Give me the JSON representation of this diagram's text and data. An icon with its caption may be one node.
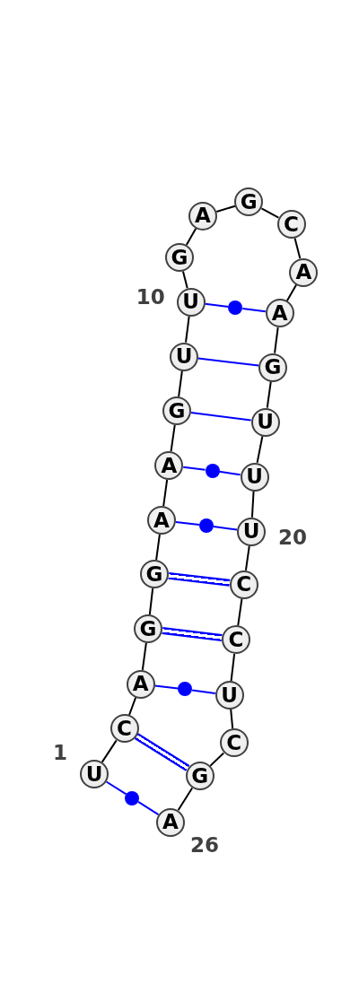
{
  "diagram": {
    "nodes": [
      {
        "text": [
          "U"
        ],
        "beside": [
          "1"
        ]
      },
      {
        "text": [
          "C"
        ]
      },
      {
        "text": [
          "A"
        ]
      },
      {
        "text": [
          "G"
        ]
      },
      {
        "text": [
          "G"
        ]
      },
      {
        "text": [
          "A"
        ]
      },
      {
        "text": [
          "A"
        ]
      },
      {
        "text": [
          "G"
        ]
      },
      {
        "text": [
          "U"
        ]
      },
      {
        "text": [
          "U"
        ],
        "beside": [
          "10"
        ]
      },
      {
        "text": [
          "G"
        ]
      },
      {
        "text": [
          "A"
        ]
      },
      {
        "text": [
          "G"
        ]
      },
      {
        "text": [
          "C"
        ]
      },
      {
        "text": [
          "A"
        ]
      },
      {
        "text": [
          "A"
        ]
      },
      {
        "text": [
          "G"
        ]
      },
      {
        "text": [
          "U"
        ]
      },
      {
        "text": [
          "U"
        ]
      },
      {
        "text": [
          "U"
        ],
        "beside": [
          "20"
        ]
      },
      {
        "text": [
          "C"
        ]
      },
      {
        "text": [
          "C"
        ]
      },
      {
        "text": [
          "U"
        ]
      },
      {
        "text": [
          "C"
        ]
      },
      {
        "text": [
          "G"
        ]
      },
      {
        "text": [
          "A"
        ],
        "beside": [
          "26"
        ]
      },
      {
        "text": [],
        "shape": "circle"
      },
      {
        "text": [],
        "shape": "circle"
      },
      {
        "text": [],
        "shape": "circle"
      },
      {
        "text": [],
        "shape": "circle"
      },
      {
        "text": [],
        "shape": "circle"
      }
    ],
    "edges": [
      {
        "from": 0,
        "to": 1,
        "arrow": "none"
      },
      {
        "from": 1,
        "to": 2,
        "arrow": "none"
      },
      {
        "from": 2,
        "to": 3,
        "arrow": "none"
      },
      {
        "from": 3,
        "to": 4,
        "arrow": "none"
      },
      {
        "from": 4,
        "to": 5,
        "arrow": "none"
      },
      {
        "from": 5,
        "to": 6,
        "arrow": "none"
      },
      {
        "from": 6,
        "to": 7,
        "arrow": "none"
      },
      {
        "from": 7,
        "to": 8,
        "arrow": "none"
      },
      {
        "from": 8,
        "to": 9,
        "arrow": "none"
      },
      {
        "from": 9,
        "to": 10,
        "arrow": "none"
      },
      {
        "from": 10,
        "to": 11,
        "arrow": "none"
      },
      {
        "from": 11,
        "to": 12,
        "arrow": "none"
      },
      {
        "from": 12,
        "to": 13,
        "arrow": "none"
      },
      {
        "from": 13,
        "to": 14,
        "arrow": "none"
      },
      {
        "from": 14,
        "to": 15,
        "arrow": "none"
      },
      {
        "from": 15,
        "to": 16,
        "arrow": "none"
      },
      {
        "from": 16,
        "to": 17,
        "arrow": "none"
      },
      {
        "from": 17,
        "to": 18,
        "arrow": "none"
      },
      {
        "from": 18,
        "to": 19,
        "arrow": "none"
      },
      {
        "from": 19,
        "to": 20,
        "arrow": "none"
      },
      {
        "from": 20,
        "to": 21,
        "arrow": "none"
      },
      {
        "from": 21,
        "to": 22,
        "arrow": "none"
      },
      {
        "from": 22,
        "to": 23,
        "arrow": "none"
      },
      {
        "from": 23,
        "to": 24,
        "arrow": "none"
      },
      {
        "from": 24,
        "to": 25,
        "arrow": "none"
      },
      {
        "from": 0,
        "to": 30,
        "arrow": "none",
        "color": "#0000ff"
      },
      {
        "from": 30,
        "to": 25,
        "arrow": "none",
        "color": "#0000ff"
      },
      {
        "from": 1,
        "to": 24,
        "arrow": "none",
        "style": "thick",
        "color": "#0000ff"
      },
      {
        "from": 2,
        "to": 29,
        "arrow": "none",
        "color": "#0000ff"
      },
      {
        "from": 29,
        "to": 22,
        "arrow": "none",
        "color": "#0000ff"
      },
      {
        "from": 3,
        "to": 21,
        "arrow": "none",
        "style": "thick",
        "color": "#0000ff"
      },
      {
        "from": 4,
        "to": 20,
        "arrow": "none",
        "style": "thick",
        "color": "#0000ff"
      },
      {
        "from": 5,
        "to": 28,
        "arrow": "none",
        "color": "#0000ff"
      },
      {
        "from": 28,
        "to": 19,
        "arrow": "none",
        "color": "#0000ff"
      },
      {
        "from": 6,
        "to": 27,
        "arrow": "none",
        "color": "#0000ff"
      },
      {
        "from": 27,
        "to": 18,
        "arrow": "none",
        "color": "#0000ff"
      },
      {
        "from": 7,
        "to": 17,
        "arrow": "none",
        "color": "#0000ff"
      },
      {
        "from": 8,
        "to": 16,
        "arrow": "none",
        "color": "#0000ff"
      },
      {
        "from": 9,
        "to": 26,
        "arrow": "none",
        "color": "#0000ff"
      },
      {
        "from": 26,
        "to": 15,
        "arrow": "none",
        "color": "#0000ff"
      }
    ]
  }
}
